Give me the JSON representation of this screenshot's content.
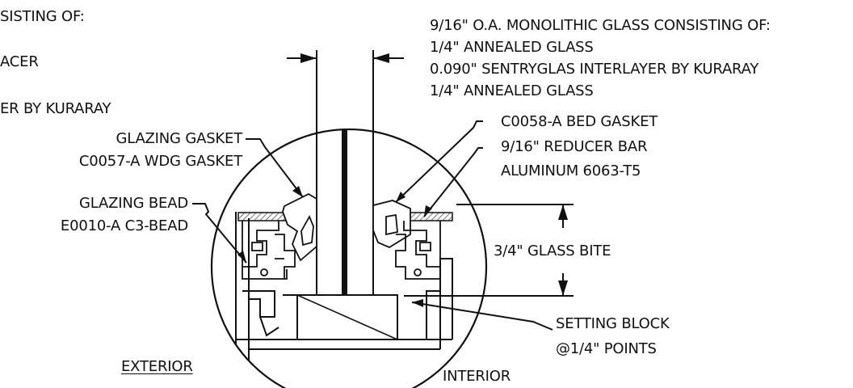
{
  "left_callout": {
    "line_1": "SISTING OF:",
    "line_2": "ACER",
    "line_3": "ER BY KURARAY"
  },
  "glass_note": {
    "lines": [
      "9/16\" O.A. MONOLITHIC GLASS CONSISTING OF:",
      "1/4\" ANNEALED GLASS",
      "0.090\" SENTRYGLAS INTERLAYER BY KURARAY",
      "1/4\" ANNEALED GLASS"
    ]
  },
  "labels": {
    "glazing_gasket": "GLAZING GASKET",
    "wdg_gasket": "C0057-A WDG GASKET",
    "glazing_bead": "GLAZING BEAD",
    "c3_bead": "E0010-A C3-BEAD",
    "bed_gasket": "C0058-A BED GASKET",
    "reducer_bar": "9/16\" REDUCER BAR",
    "aluminum": "ALUMINUM 6063-T5",
    "glass_bite": "3/4\" GLASS BITE",
    "setting_block": "SETTING BLOCK",
    "setting_points": "@1/4\" POINTS",
    "exterior": "EXTERIOR",
    "interior": "INTERIOR"
  }
}
